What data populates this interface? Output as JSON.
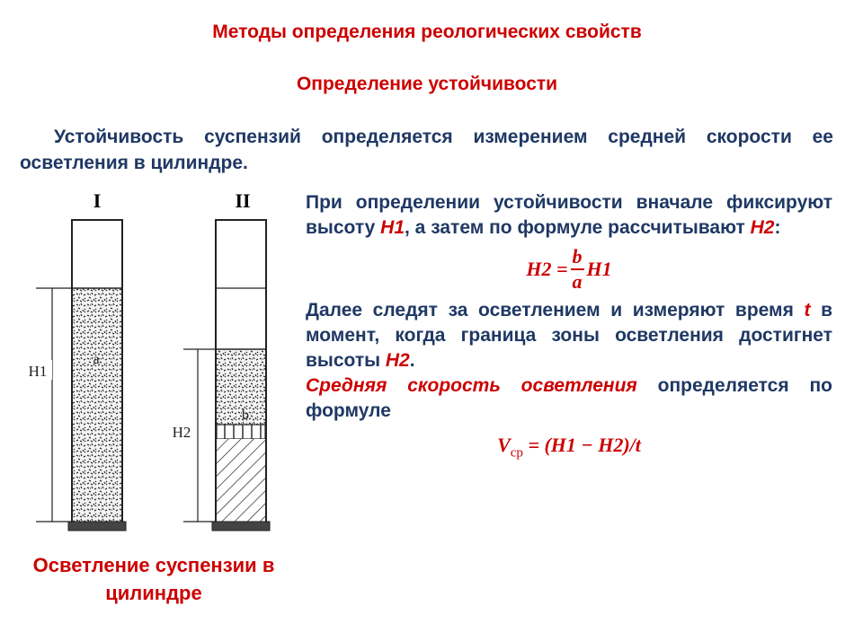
{
  "title": "Методы определения реологических свойств",
  "subtitle": "Определение устойчивости",
  "intro": "Устойчивость суспензий определяется измерением средней скорости ее осветления в цилиндре.",
  "figure": {
    "label_cylinder_1": "I",
    "label_cylinder_2": "II",
    "label_h1": "H1",
    "label_h2": "H2",
    "label_a": "a",
    "label_b": "b",
    "caption": "Осветление суспензии в цилиндре"
  },
  "para1": {
    "t1": "При определении устойчивости вначале фиксируют высоту ",
    "h1": "H1",
    "t2": ", а затем по формуле рассчитывают ",
    "h2": "H2",
    "t3": ":"
  },
  "formula1": {
    "lhs": "H2 =",
    "num": "b",
    "den": "a",
    "rhs": "H1"
  },
  "para2": {
    "t1": "Далее следят за осветлением и измеряют время ",
    "t": "t",
    "t2": " в момент, когда граница зоны осветления достигнет высоты ",
    "h2": "H2",
    "t3": "."
  },
  "para3": {
    "highlight": "Средняя скорость осветления",
    "t1": " определяется по формуле"
  },
  "formula2": {
    "v": "V",
    "sub": "ср",
    "rhs": " = (H1 − H2)/t"
  }
}
